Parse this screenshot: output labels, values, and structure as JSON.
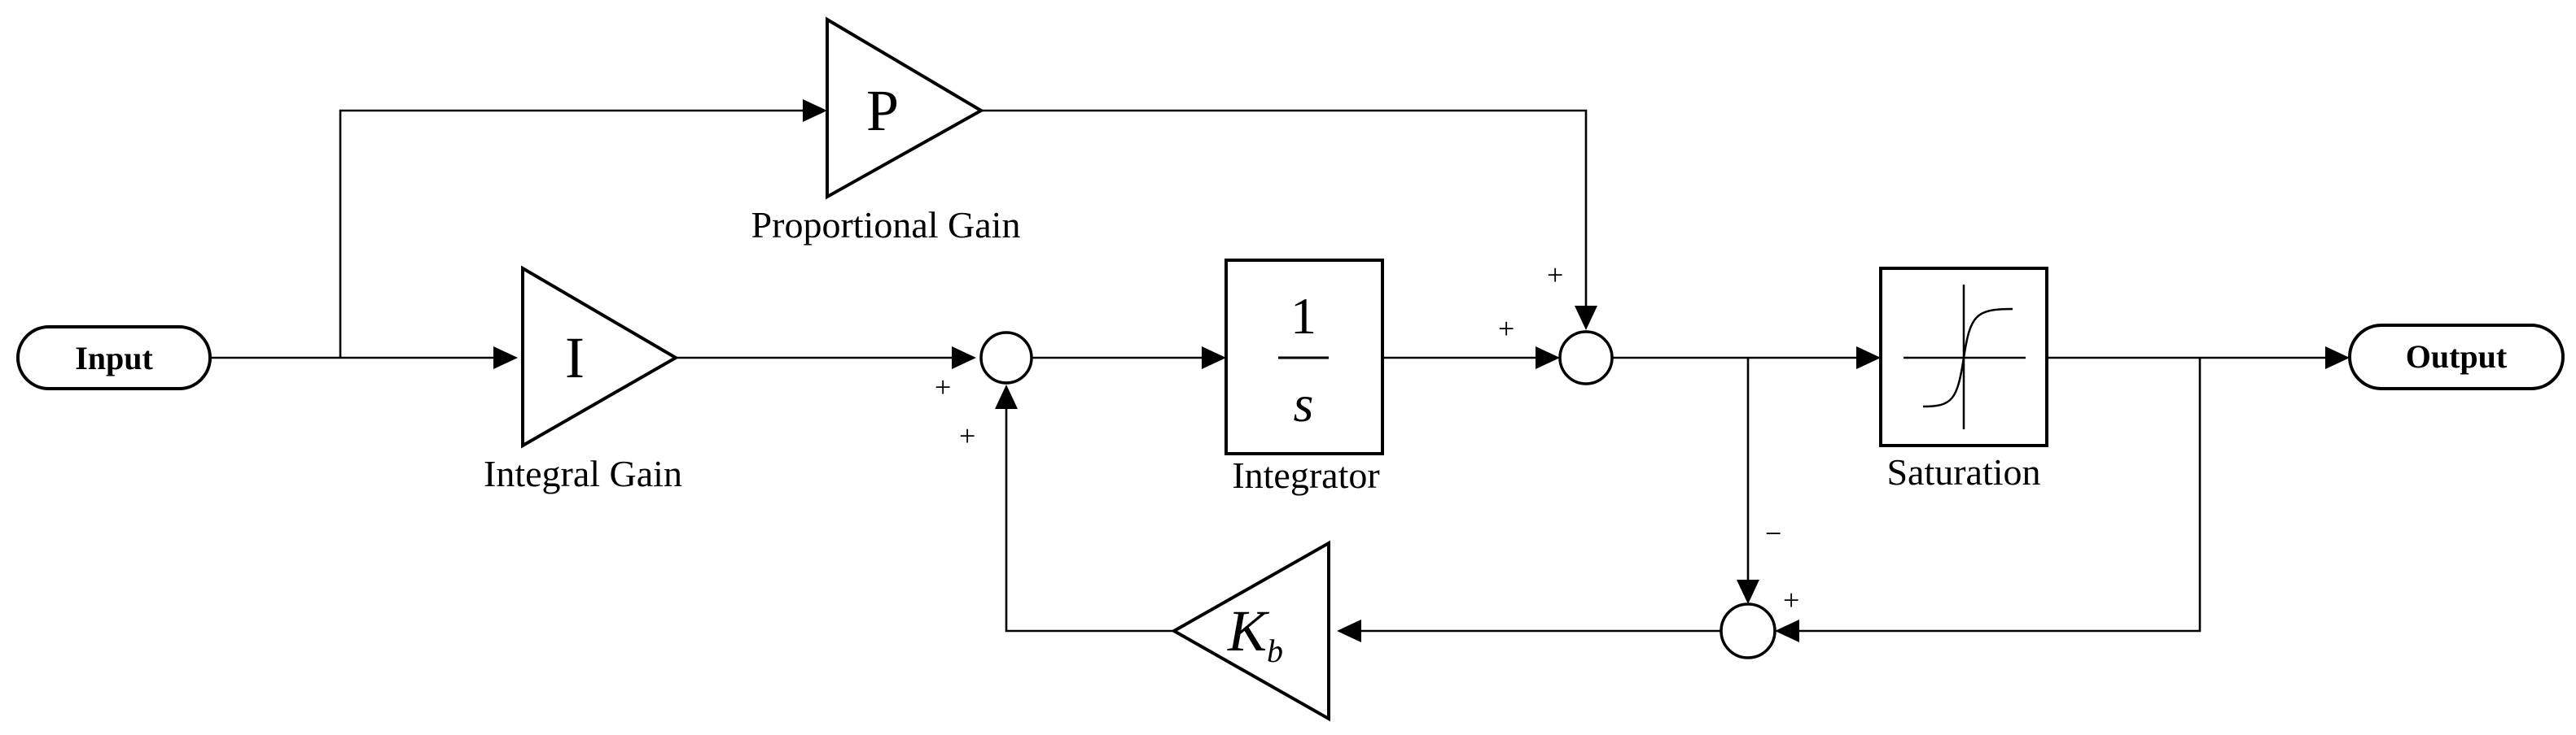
{
  "terminals": {
    "input": "Input",
    "output": "Output"
  },
  "blocks": {
    "proportional": {
      "symbol": "P",
      "label": "Proportional Gain"
    },
    "integral": {
      "symbol": "I",
      "label": "Integral Gain"
    },
    "integrator": {
      "numerator": "1",
      "denominator": "s",
      "label": "Integrator"
    },
    "saturation": {
      "label": "Saturation"
    },
    "back_calculation": {
      "symbol": "K",
      "subscript": "b"
    }
  },
  "signs": {
    "sum1_left": "+",
    "sum1_bottom": "+",
    "sum2_left": "+",
    "sum2_top": "+",
    "sum3_top": "−",
    "sum3_right": "+"
  }
}
